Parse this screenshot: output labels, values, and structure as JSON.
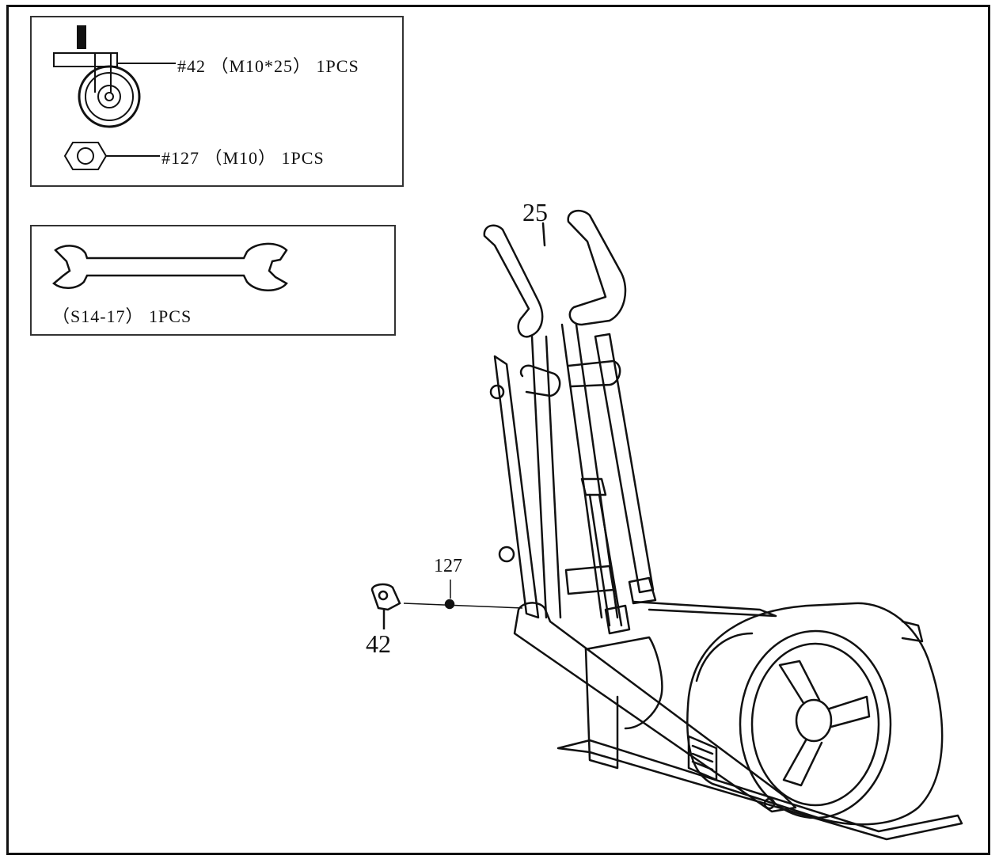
{
  "parts": [
    {
      "id": "bolt",
      "label": "#42 （M10*25） 1PCS"
    },
    {
      "id": "nut",
      "label": "#127 （M10） 1PCS"
    }
  ],
  "tool": {
    "label": "（S14-17） 1PCS"
  },
  "callouts": {
    "handlebar": "25",
    "nut": "127",
    "bolt": "42"
  },
  "colors": {
    "line": "#111111",
    "background": "#ffffff"
  }
}
